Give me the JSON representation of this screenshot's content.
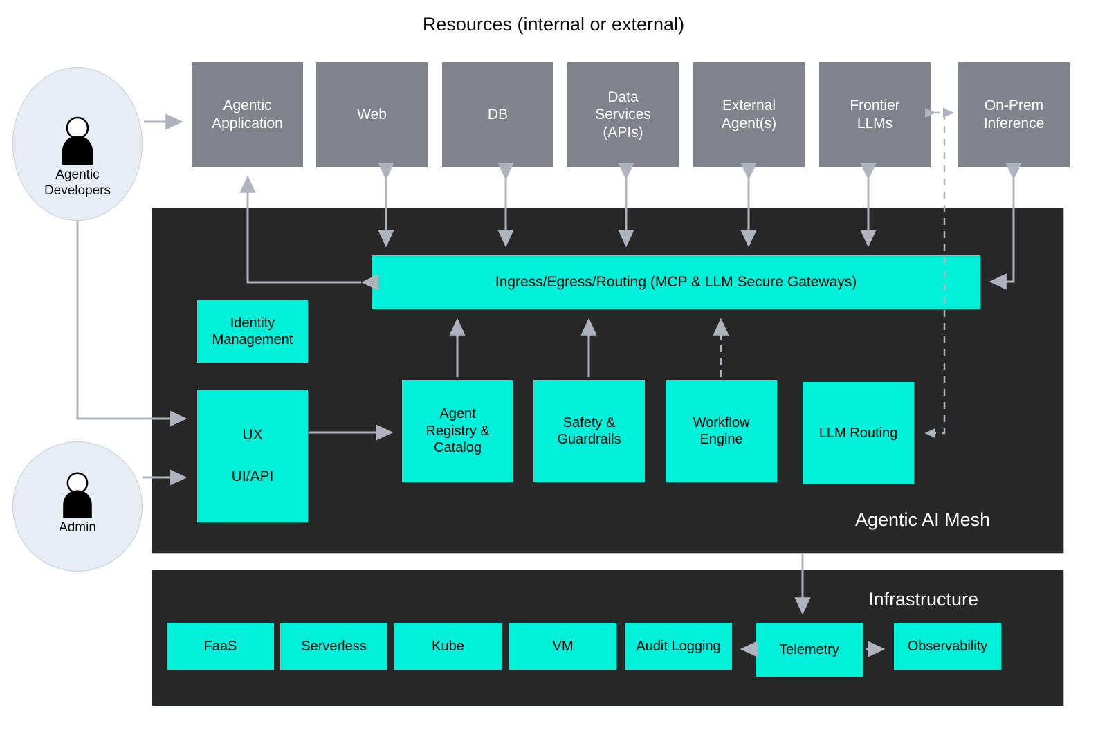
{
  "title": "Resources (internal or external)",
  "colors": {
    "cyan": "#00F0DA",
    "gray_tile": "#80838C",
    "panel_dark": "#272727",
    "persona_fill": "#E8ECF5",
    "arrow": "#AFB3BE",
    "page_bg": "#FFFFFF"
  },
  "personas": [
    {
      "id": "agentic-developers",
      "label": "Agentic\nDevelopers",
      "label_line1": "Agentic",
      "label_line2": "Developers",
      "icon": "user-icon"
    },
    {
      "id": "admin",
      "label": "Admin",
      "label_line1": "Admin",
      "label_line2": "",
      "icon": "user-icon"
    }
  ],
  "resources": [
    {
      "id": "agentic-application",
      "label": "Agentic\nApplication",
      "l1": "Agentic",
      "l2": "Application",
      "l3": ""
    },
    {
      "id": "web",
      "label": "Web",
      "l1": "Web",
      "l2": "",
      "l3": ""
    },
    {
      "id": "db",
      "label": "DB",
      "l1": "DB",
      "l2": "",
      "l3": ""
    },
    {
      "id": "data-services-apis",
      "label": "Data Services (APIs)",
      "l1": "Data",
      "l2": "Services",
      "l3": "(APIs)"
    },
    {
      "id": "external-agents",
      "label": "External Agent(s)",
      "l1": "External",
      "l2": "Agent(s)",
      "l3": ""
    },
    {
      "id": "frontier-llms",
      "label": "Frontier LLMs",
      "l1": "Frontier",
      "l2": "LLMs",
      "l3": ""
    },
    {
      "id": "on-prem-inference",
      "label": "On-Prem Inference",
      "l1": "On-Prem",
      "l2": "Inference",
      "l3": ""
    }
  ],
  "mesh": {
    "label": "Agentic AI Mesh",
    "gateway": {
      "id": "ingress-egress-routing",
      "label": "Ingress/Egress/Routing (MCP & LLM Secure Gateways)"
    },
    "identity": {
      "id": "identity-management",
      "l1": "Identity",
      "l2": "Management"
    },
    "ux": {
      "id": "ux-ui-api",
      "l1": "UX",
      "l2": "UI/API"
    },
    "services": [
      {
        "id": "agent-registry-catalog",
        "l1": "Agent",
        "l2": "Registry &",
        "l3": "Catalog"
      },
      {
        "id": "safety-guardrails",
        "l1": "Safety &",
        "l2": "Guardrails",
        "l3": ""
      },
      {
        "id": "workflow-engine",
        "l1": "Workflow",
        "l2": "Engine",
        "l3": ""
      },
      {
        "id": "llm-routing",
        "l1": "LLM Routing",
        "l2": "",
        "l3": ""
      }
    ]
  },
  "infrastructure": {
    "label": "Infrastructure",
    "items": [
      {
        "id": "faas",
        "label": "FaaS"
      },
      {
        "id": "serverless",
        "label": "Serverless"
      },
      {
        "id": "kube",
        "label": "Kube"
      },
      {
        "id": "vm",
        "label": "VM"
      },
      {
        "id": "audit-logging",
        "label": "Audit Logging"
      },
      {
        "id": "telemetry",
        "label": "Telemetry"
      },
      {
        "id": "observability",
        "label": "Observability"
      }
    ]
  },
  "connections": [
    {
      "from": "agentic-developers",
      "to": "agentic-application",
      "style": "solid",
      "direction": "one-way"
    },
    {
      "from": "agentic-developers",
      "to": "ux-ui-api",
      "style": "solid",
      "direction": "one-way"
    },
    {
      "from": "admin",
      "to": "ux-ui-api",
      "style": "solid",
      "direction": "one-way"
    },
    {
      "from": "ingress-egress-routing",
      "to": "agentic-application",
      "style": "solid",
      "direction": "one-way"
    },
    {
      "from": "ingress-egress-routing",
      "to": "web",
      "style": "solid",
      "direction": "two-way"
    },
    {
      "from": "ingress-egress-routing",
      "to": "db",
      "style": "solid",
      "direction": "two-way"
    },
    {
      "from": "ingress-egress-routing",
      "to": "data-services-apis",
      "style": "solid",
      "direction": "two-way"
    },
    {
      "from": "ingress-egress-routing",
      "to": "external-agents",
      "style": "solid",
      "direction": "two-way"
    },
    {
      "from": "ingress-egress-routing",
      "to": "frontier-llms",
      "style": "solid",
      "direction": "two-way"
    },
    {
      "from": "on-prem-inference",
      "to": "ingress-egress-routing",
      "style": "solid",
      "direction": "two-way"
    },
    {
      "from": "frontier-llms",
      "to": "on-prem-inference",
      "style": "dashed",
      "direction": "two-way"
    },
    {
      "from": "frontier-llms",
      "to": "llm-routing",
      "style": "dashed",
      "direction": "one-way"
    },
    {
      "from": "ux-ui-api",
      "to": "agent-registry-catalog",
      "style": "solid",
      "direction": "one-way"
    },
    {
      "from": "agent-registry-catalog",
      "to": "ingress-egress-routing",
      "style": "solid",
      "direction": "one-way"
    },
    {
      "from": "safety-guardrails",
      "to": "ingress-egress-routing",
      "style": "solid",
      "direction": "one-way"
    },
    {
      "from": "workflow-engine",
      "to": "ingress-egress-routing",
      "style": "dashed",
      "direction": "one-way"
    },
    {
      "from": "agentic-ai-mesh",
      "to": "telemetry",
      "style": "solid",
      "direction": "one-way"
    },
    {
      "from": "telemetry",
      "to": "audit-logging",
      "style": "solid",
      "direction": "one-way"
    },
    {
      "from": "telemetry",
      "to": "observability",
      "style": "solid",
      "direction": "one-way"
    }
  ]
}
